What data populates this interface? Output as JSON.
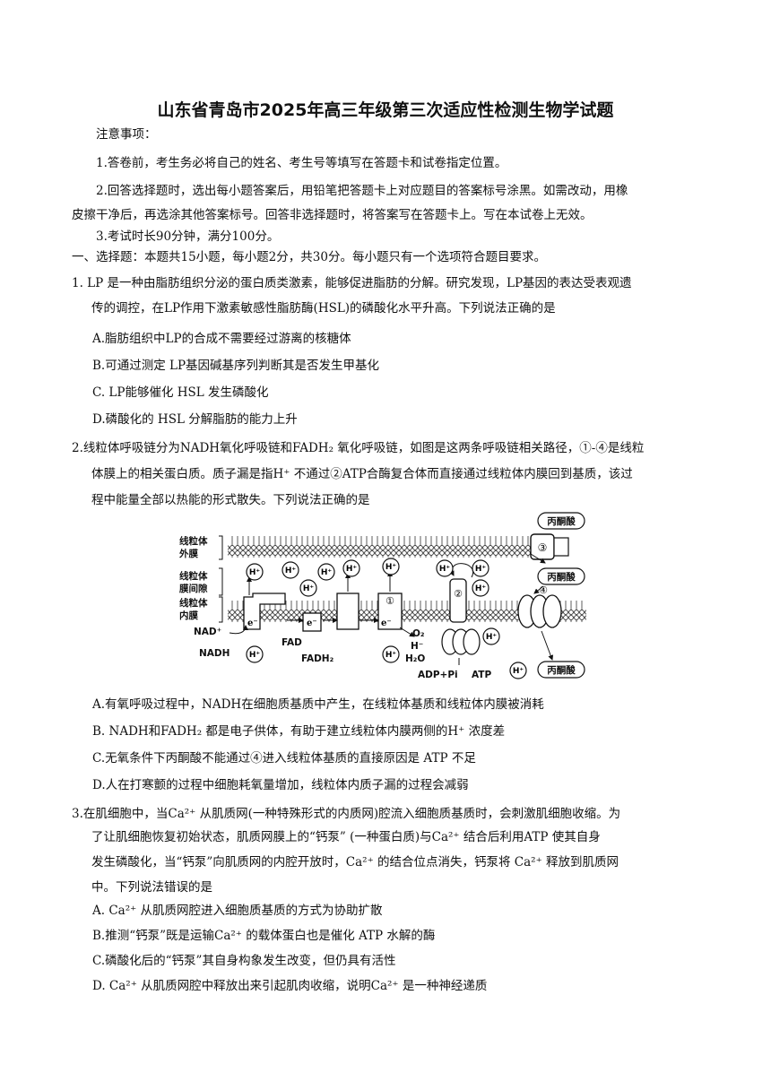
{
  "title": "山东省青岛市2025年高三年级第三次适应性检测生物学试题",
  "notice": {
    "heading": "注意事项：",
    "item1": "1.答卷前，考生务必将自己的姓名、考生号等填写在答题卡和试卷指定位置。",
    "item2_l1": "2.回答选择题时，选出每小题答案后，用铅笔把答题卡上对应题目的答案标号涂黑。如需改动，用橡",
    "item2_l2": "皮擦干净后，再选涂其他答案标号。回答非选择题时，将答案写在答题卡上。写在本试卷上无效。",
    "item3": "3.考试时长90分钟，满分100分。"
  },
  "section1": "一、选择题：本题共15小题，每小题2分，共30分。每小题只有一个选项符合题目要求。",
  "q1": {
    "l1": "1. LP 是一种由脂肪组织分泌的蛋白质类激素，能够促进脂肪的分解。研究发现，LP基因的表达受表观遗",
    "l2": "传的调控，在LP作用下激素敏感性脂肪酶(HSL)的磷酸化水平升高。下列说法正确的是",
    "A": "A.脂肪组织中LP的合成不需要经过游离的核糖体",
    "B": "B.可通过测定 LP基因碱基序列判断其是否发生甲基化",
    "C": "C. LP能够催化 HSL 发生磷酸化",
    "D": "D.磷酸化的 HSL 分解脂肪的能力上升"
  },
  "q2": {
    "l1": "2.线粒体呼吸链分为NADH氧化呼吸链和FADH₂ 氧化呼吸链，如图是这两条呼吸链相关路径，①-④是线粒",
    "l2": "体膜上的相关蛋白质。质子漏是指H⁺ 不通过②ATP合酶复合体而直接通过线粒体内膜回到基质，该过",
    "l3": "程中能量全部以热能的形式散失。下列说法正确的是",
    "A": "A.有氧呼吸过程中，NADH在细胞质基质中产生，在线粒体基质和线粒体内膜被消耗",
    "B": "B. NADH和FADH₂ 都是电子供体，有助于建立线粒体内膜两侧的H⁺ 浓度差",
    "C": "C.无氧条件下丙酮酸不能通过④进入线粒体基质的直接原因是 ATP 不足",
    "D": "D.人在打寒颤的过程中细胞耗氧量增加，线粒体内质子漏的过程会减弱"
  },
  "diagram": {
    "outer_membrane": "线粒体外膜",
    "intermembrane": "线粒体膜间隙",
    "inner_membrane": "线粒体内膜",
    "pyruvate": "丙酮酸",
    "hplus": "H⁺",
    "nad": "NAD⁺",
    "nadh": "NADH",
    "fad": "FAD",
    "fadh2": "FADH₂",
    "o2": "O₂",
    "hminus": "H⁻",
    "h2o": "H₂O",
    "adp": "ADP+Pi",
    "atp": "ATP",
    "e": "e⁻",
    "n1": "①",
    "n2": "②",
    "n3": "③",
    "n4": "④"
  },
  "q3": {
    "l1": "3.在肌细胞中，当Ca²⁺ 从肌质网(一种特殊形式的内质网)腔流入细胞质基质时，会刺激肌细胞收缩。为",
    "l2": "了让肌细胞恢复初始状态，肌质网膜上的“钙泵” (一种蛋白质)与Ca²⁺ 结合后利用ATP 使其自身",
    "l3": "发生磷酸化，当“钙泵”向肌质网的内腔开放时，Ca²⁺ 的结合位点消失，钙泵将 Ca²⁺ 释放到肌质网",
    "l4": "中。下列说法错误的是",
    "A": "A. Ca²⁺ 从肌质网腔进入细胞质基质的方式为协助扩散",
    "B": "B.推测“钙泵”既是运输Ca²⁺ 的载体蛋白也是催化 ATP 水解的酶",
    "C": "C.磷酸化后的“钙泵”其自身构象发生改变，但仍具有活性",
    "D": "D. Ca²⁺ 从肌质网腔中释放出来引起肌肉收缩，说明Ca²⁺ 是一种神经递质"
  }
}
